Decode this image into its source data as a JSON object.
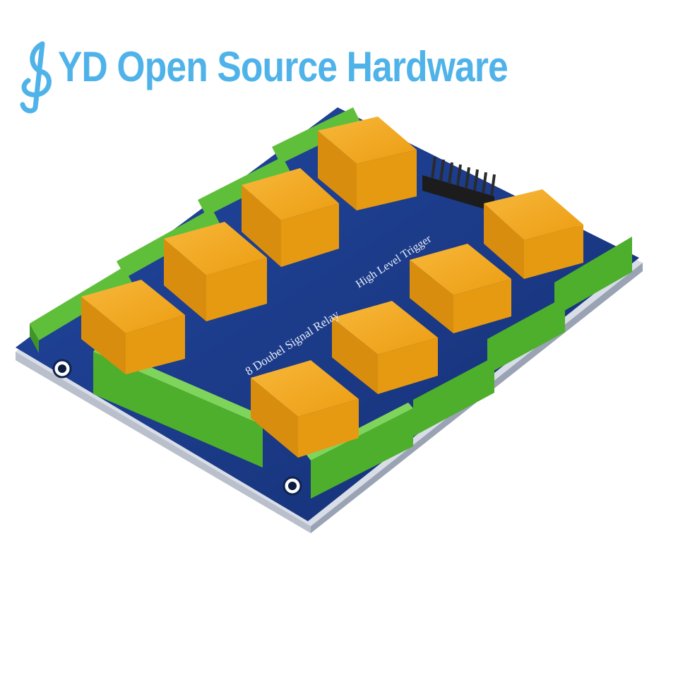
{
  "brand": {
    "text": "YD Open Source Hardware",
    "color": "#4fb3ea"
  },
  "board": {
    "title": "8 Doubel Signal Relay",
    "subtitle": "High Level Trigger",
    "pcb_color": "#1a3d8c",
    "relay_color": "#f2a81d",
    "terminal_color": "#5fbf3b",
    "relay_count": 8
  },
  "icons": [
    "treble-clef-logo",
    "mounting-hole",
    "header-pins",
    "relay-block",
    "screw-terminal"
  ]
}
